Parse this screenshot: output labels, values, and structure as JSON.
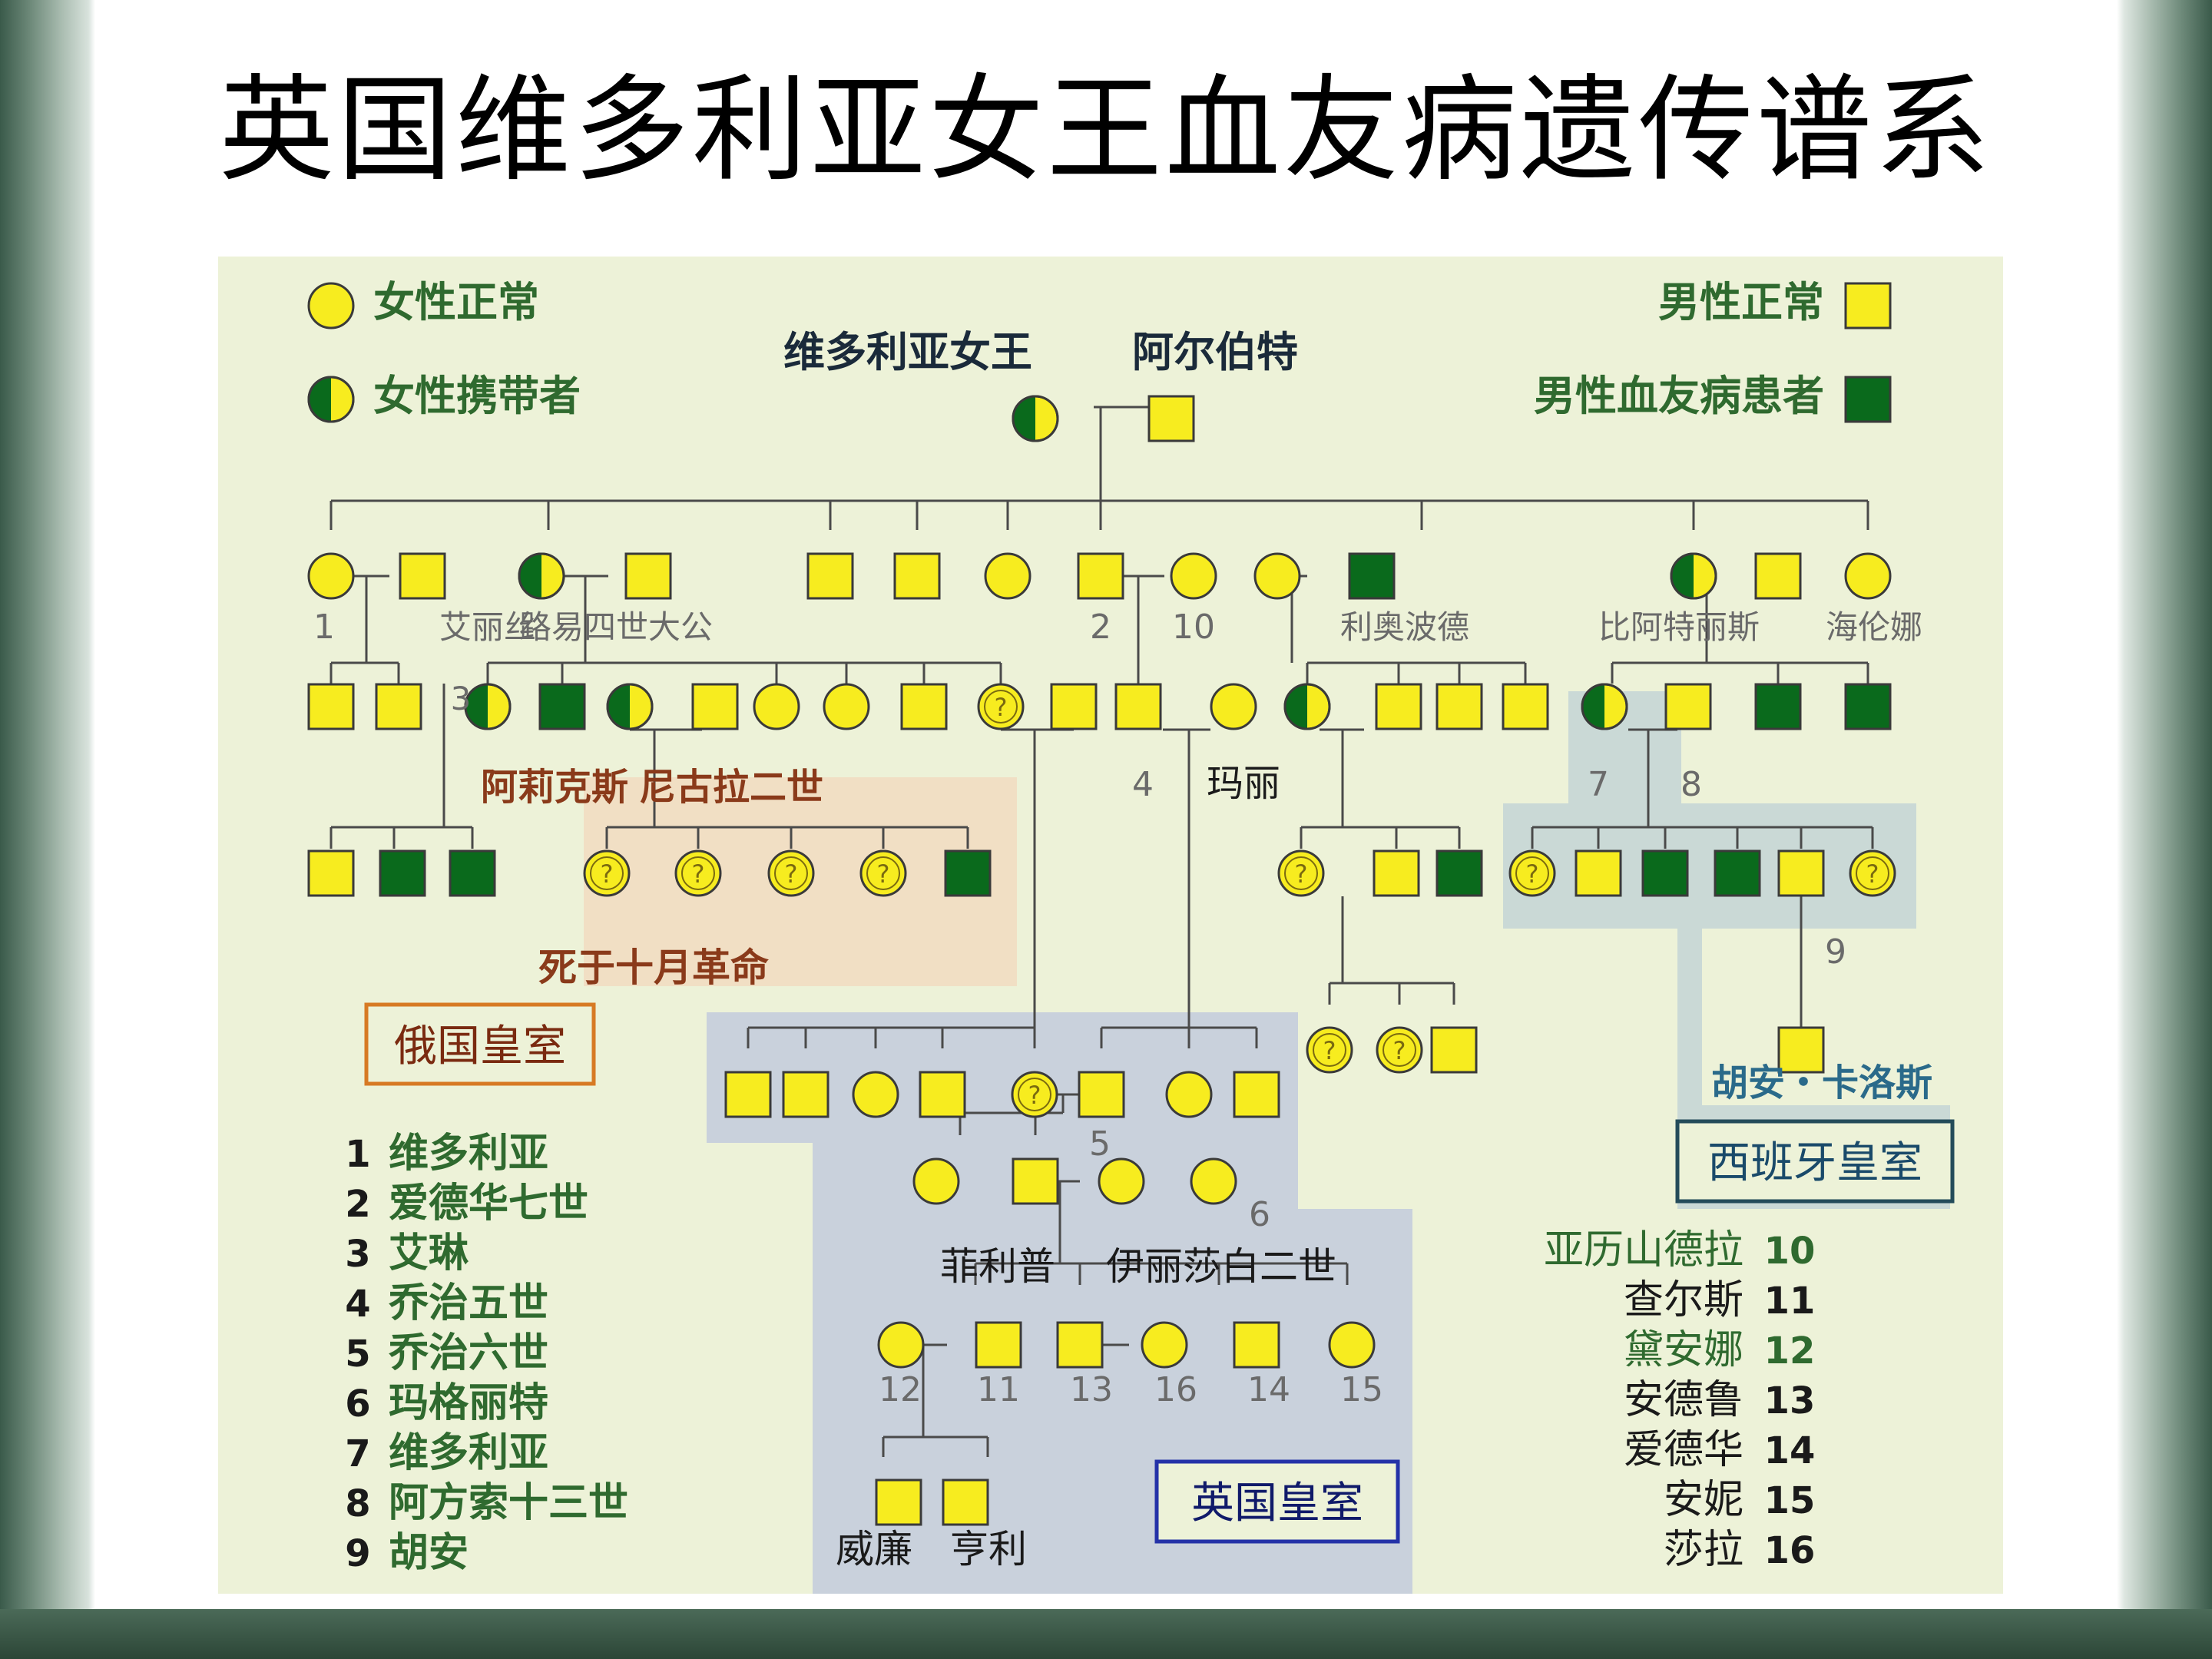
{
  "title": "英国维多利亚女王血友病遗传谱系",
  "colors": {
    "panel_bg": "#edf2d8",
    "normal_fill": "#f7ec1f",
    "affected_fill": "#0a6a1c",
    "line": "#4a4a4a",
    "green_text": "#2f6a2f",
    "gray_text": "#6a6a6a",
    "russia_box": "#f1dfc4",
    "russia_border": "#d77a24",
    "britain_box": "#c9d1dc",
    "britain_border": "#2432a8",
    "spain_box": "#cad9d6",
    "spain_border": "#244c5a"
  },
  "legend": {
    "female_normal": "女性正常",
    "female_carrier": "女性携带者",
    "male_normal": "男性正常",
    "male_affected": "男性血友病患者"
  },
  "founders": {
    "queen": "维多利亚女王",
    "albert": "阿尔伯特"
  },
  "labels": {
    "n1": "1",
    "n2": "2",
    "n10": "10",
    "n3": "3",
    "n4": "4",
    "n5": "5",
    "n6": "6",
    "n7": "7",
    "n8": "8",
    "n9": "9",
    "n12": "12",
    "n11": "11",
    "n13": "13",
    "n16": "16",
    "n14": "14",
    "n15": "15",
    "alice": "艾丽丝",
    "louis": "路易四世大公",
    "leopold": "利奥波德",
    "beatrice": "比阿特丽斯",
    "helena": "海伦娜",
    "alix": "阿莉克斯",
    "nicholas": "尼古拉二世",
    "mary": "玛丽",
    "revolution": "死于十月革命",
    "philip": "菲利普",
    "elizabeth": "伊丽莎白二世",
    "william": "威廉",
    "harry": "亨利",
    "juan_carlos": "胡安・卡洛斯"
  },
  "families": {
    "russia": "俄国皇室",
    "britain": "英国皇室",
    "spain": "西班牙皇室"
  },
  "left_key": [
    {
      "num": "1",
      "name": "维多利亚"
    },
    {
      "num": "2",
      "name": "爱德华七世"
    },
    {
      "num": "3",
      "name": "艾琳"
    },
    {
      "num": "4",
      "name": "乔治五世"
    },
    {
      "num": "5",
      "name": "乔治六世"
    },
    {
      "num": "6",
      "name": "玛格丽特"
    },
    {
      "num": "7",
      "name": "维多利亚"
    },
    {
      "num": "8",
      "name": "阿方索十三世"
    },
    {
      "num": "9",
      "name": "胡安"
    }
  ],
  "right_key": [
    {
      "name": "亚历山德拉",
      "num": "10"
    },
    {
      "name": "查尔斯",
      "num": "11"
    },
    {
      "name": "黛安娜",
      "num": "12"
    },
    {
      "name": "安德鲁",
      "num": "13"
    },
    {
      "name": "爱德华",
      "num": "14"
    },
    {
      "name": "安妮",
      "num": "15"
    },
    {
      "name": "莎拉",
      "num": "16"
    }
  ],
  "unknown_mark": "?"
}
